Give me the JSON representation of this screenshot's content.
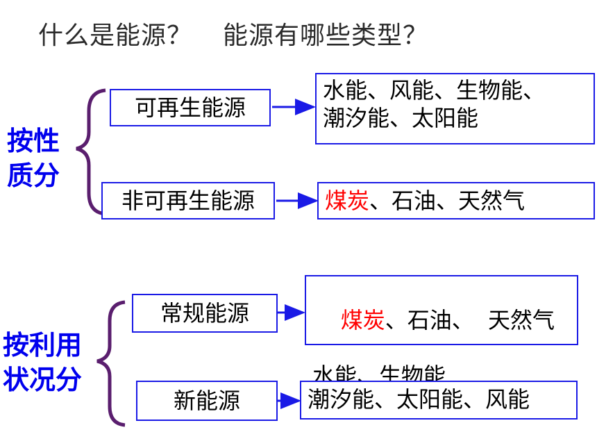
{
  "title": {
    "q1": "什么是能源？",
    "q2": "能源有哪些类型？"
  },
  "colors": {
    "accent": "#0000ee",
    "box_border": "#1a1ae6",
    "highlight": "#ff0000",
    "brace": "#5a1e6e"
  },
  "groups": [
    {
      "label_line1": "按性",
      "label_line2": "质分",
      "items": [
        {
          "source": "可再生能源",
          "result_line1": "水能、风能、生物能、",
          "result_line2": "潮汐能、太阳能"
        },
        {
          "source": "非可再生能源",
          "result_highlight": "煤炭",
          "result_rest": "、石油、天然气"
        }
      ]
    },
    {
      "label_line1": "按利用",
      "label_line2": "状况分",
      "items": [
        {
          "source": "常规能源",
          "result_highlight": "煤炭",
          "result_rest": "、石油、  天然气",
          "result_line2": "水能、生物能"
        },
        {
          "source": "新能源",
          "result_line1": "潮汐能、太阳能、风能"
        }
      ]
    }
  ]
}
